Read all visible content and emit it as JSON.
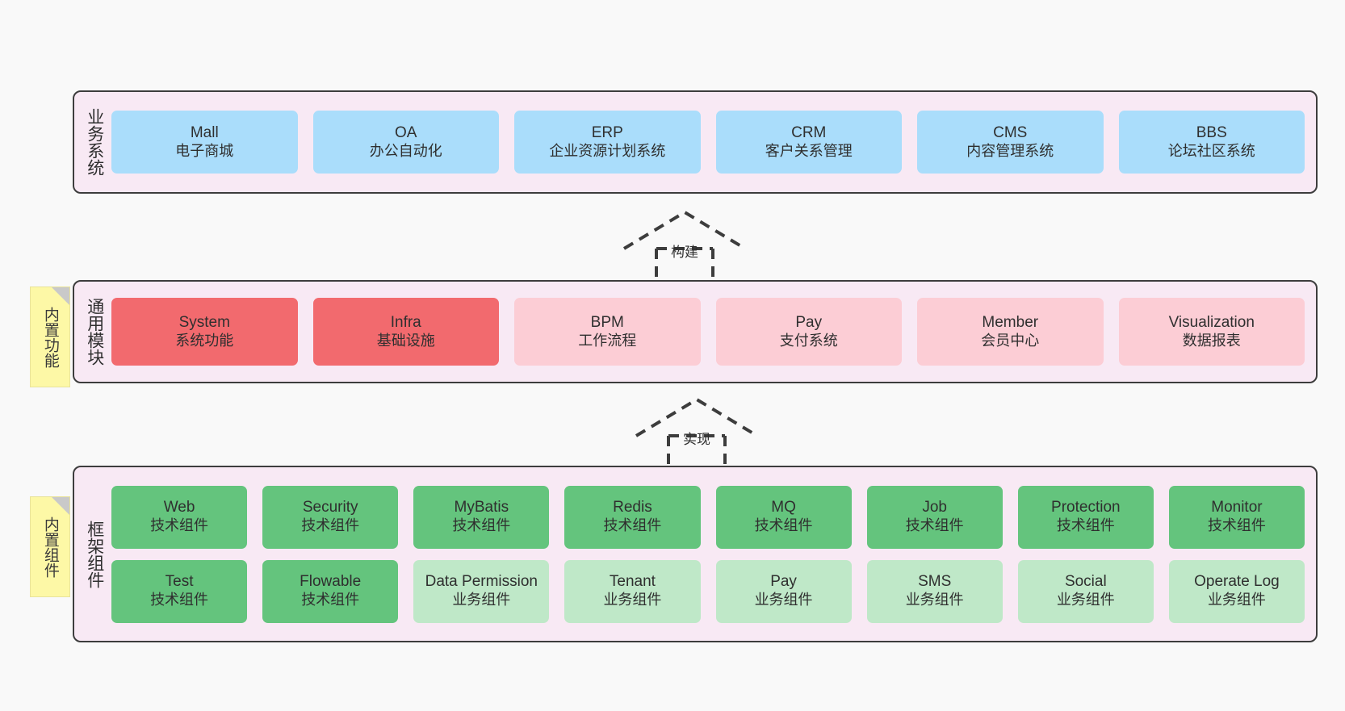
{
  "theme": {
    "canvas_bg": "#f9f9f9",
    "layer_bg": "#f8e9f4",
    "layer_border": "#3d3d3d",
    "business_card": "#aaddfb",
    "module_strong": "#f26a6e",
    "module_soft": "#fccdd5",
    "framework_tech": "#64c47d",
    "framework_biz": "#bfe8c8",
    "note_bg": "#fdf8a6",
    "note_fold": "#c9c9c9",
    "text": "#2f2f2f"
  },
  "layers": {
    "business": {
      "title": "业务系统",
      "cards": [
        {
          "en": "Mall",
          "cn": "电子商城"
        },
        {
          "en": "OA",
          "cn": "办公自动化"
        },
        {
          "en": "ERP",
          "cn": "企业资源计划系统"
        },
        {
          "en": "CRM",
          "cn": "客户关系管理"
        },
        {
          "en": "CMS",
          "cn": "内容管理系统"
        },
        {
          "en": "BBS",
          "cn": "论坛社区系统"
        }
      ]
    },
    "modules": {
      "title": "通用模块",
      "note": "内置功能",
      "cards": [
        {
          "en": "System",
          "cn": "系统功能",
          "emphasis": "strong"
        },
        {
          "en": "Infra",
          "cn": "基础设施",
          "emphasis": "strong"
        },
        {
          "en": "BPM",
          "cn": "工作流程",
          "emphasis": "soft"
        },
        {
          "en": "Pay",
          "cn": "支付系统",
          "emphasis": "soft"
        },
        {
          "en": "Member",
          "cn": "会员中心",
          "emphasis": "soft"
        },
        {
          "en": "Visualization",
          "cn": "数据报表",
          "emphasis": "soft"
        }
      ]
    },
    "framework": {
      "title": "框架组件",
      "note": "内置组件",
      "row_tech": [
        {
          "en": "Web",
          "cn": "技术组件"
        },
        {
          "en": "Security",
          "cn": "技术组件"
        },
        {
          "en": "MyBatis",
          "cn": "技术组件"
        },
        {
          "en": "Redis",
          "cn": "技术组件"
        },
        {
          "en": "MQ",
          "cn": "技术组件"
        },
        {
          "en": "Job",
          "cn": "技术组件"
        },
        {
          "en": "Protection",
          "cn": "技术组件"
        },
        {
          "en": "Monitor",
          "cn": "技术组件"
        }
      ],
      "row_biz": [
        {
          "en": "Test",
          "cn": "技术组件",
          "kind": "tech"
        },
        {
          "en": "Flowable",
          "cn": "技术组件",
          "kind": "tech"
        },
        {
          "en": "Data Permission",
          "cn": "业务组件",
          "kind": "biz"
        },
        {
          "en": "Tenant",
          "cn": "业务组件",
          "kind": "biz"
        },
        {
          "en": "Pay",
          "cn": "业务组件",
          "kind": "biz"
        },
        {
          "en": "SMS",
          "cn": "业务组件",
          "kind": "biz"
        },
        {
          "en": "Social",
          "cn": "业务组件",
          "kind": "biz"
        },
        {
          "en": "Operate Log",
          "cn": "业务组件",
          "kind": "biz"
        }
      ]
    }
  },
  "connectors": [
    {
      "label": "构建"
    },
    {
      "label": "实现"
    }
  ]
}
